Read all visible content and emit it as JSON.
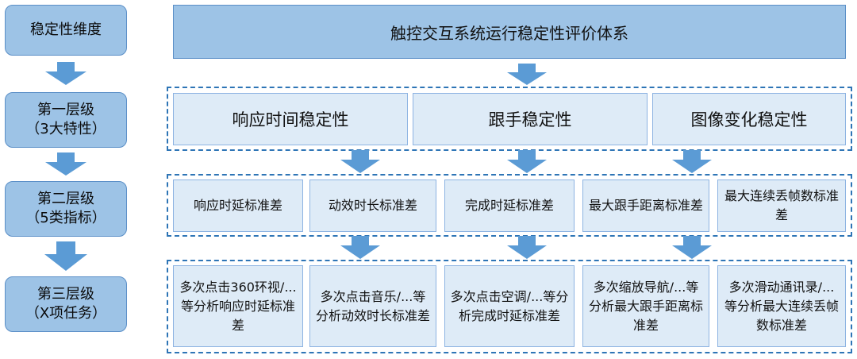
{
  "levels": [
    {
      "label": "稳定性维度"
    },
    {
      "label": "第一层级\n（3大特性）"
    },
    {
      "label": "第二层级\n（5类指标）"
    },
    {
      "label": "第三层级\n（X项任务）"
    }
  ],
  "title": "触控交互系统运行稳定性评价体系",
  "tier1": [
    "响应时间稳定性",
    "跟手稳定性",
    "图像变化稳定性"
  ],
  "tier2": [
    "响应时延标准差",
    "动效时长标准差",
    "完成时延标准差",
    "最大跟手距离标准差",
    "最大连续丢帧数标准差"
  ],
  "tier3": [
    "多次点击360环视/...等分析响应时延标准差",
    "多次点击音乐/...等分析动效时长标准差",
    "多次点击空调/...等分析完成时延标准差",
    "多次缩放导航/...等分析最大跟手距离标准差",
    "多次滑动通讯录/...等分析最大连续丢帧数标准差"
  ],
  "colors": {
    "arrow": "#5b9bd5",
    "box_fill": "#9dc3e6",
    "cell_fill": "#deebf7",
    "dashed_border": "#2e75b6"
  }
}
